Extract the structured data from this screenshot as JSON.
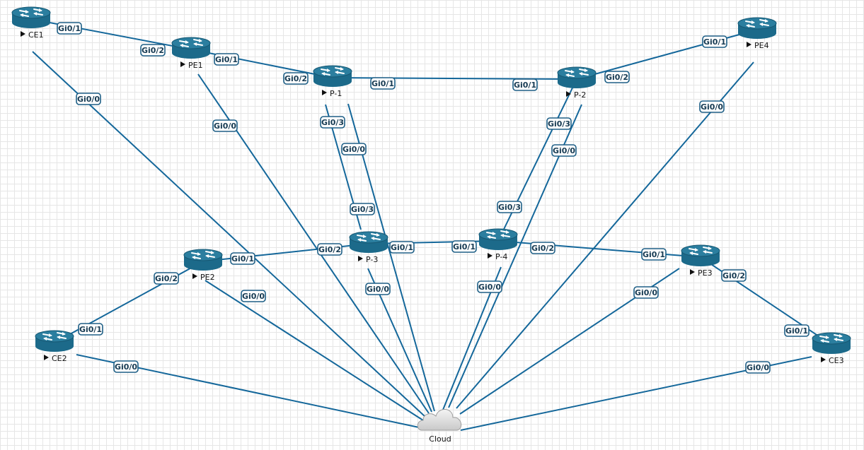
{
  "topology": {
    "accent_color": "#14679a",
    "router_color": "#1c6a8a",
    "nodes": [
      {
        "id": "CE1",
        "label": "CE1",
        "type": "router",
        "icon": "router-icon"
      },
      {
        "id": "PE1",
        "label": "PE1",
        "type": "router",
        "icon": "router-icon"
      },
      {
        "id": "P1",
        "label": "P-1",
        "type": "router",
        "icon": "router-icon"
      },
      {
        "id": "P2",
        "label": "P-2",
        "type": "router",
        "icon": "router-icon"
      },
      {
        "id": "PE4",
        "label": "PE4",
        "type": "router",
        "icon": "router-icon"
      },
      {
        "id": "P3",
        "label": "P-3",
        "type": "router",
        "icon": "router-icon"
      },
      {
        "id": "P4",
        "label": "P-4",
        "type": "router",
        "icon": "router-icon"
      },
      {
        "id": "PE2",
        "label": "PE2",
        "type": "router",
        "icon": "router-icon"
      },
      {
        "id": "PE3",
        "label": "PE3",
        "type": "router",
        "icon": "router-icon"
      },
      {
        "id": "CE2",
        "label": "CE2",
        "type": "router",
        "icon": "router-icon"
      },
      {
        "id": "CE3",
        "label": "CE3",
        "type": "router",
        "icon": "router-icon"
      },
      {
        "id": "Cloud",
        "label": "Cloud",
        "type": "cloud",
        "icon": "cloud-icon"
      }
    ],
    "links": [
      {
        "from": "CE1",
        "to": "PE1",
        "from_if": "Gi0/1",
        "to_if": "Gi0/2"
      },
      {
        "from": "PE1",
        "to": "P1",
        "from_if": "Gi0/1",
        "to_if": "Gi0/2"
      },
      {
        "from": "P1",
        "to": "P2",
        "from_if": "Gi0/1",
        "to_if": "Gi0/1"
      },
      {
        "from": "P2",
        "to": "PE4",
        "from_if": "Gi0/2",
        "to_if": "Gi0/1"
      },
      {
        "from": "P1",
        "to": "P3",
        "from_if": "Gi0/3",
        "to_if": "Gi0/3"
      },
      {
        "from": "P2",
        "to": "P4",
        "from_if": "Gi0/3",
        "to_if": "Gi0/3"
      },
      {
        "from": "P3",
        "to": "P4",
        "from_if": "Gi0/1",
        "to_if": "Gi0/1"
      },
      {
        "from": "PE2",
        "to": "P3",
        "from_if": "Gi0/1",
        "to_if": "Gi0/2"
      },
      {
        "from": "P4",
        "to": "PE3",
        "from_if": "Gi0/2",
        "to_if": "Gi0/1"
      },
      {
        "from": "CE2",
        "to": "PE2",
        "from_if": "Gi0/1",
        "to_if": "Gi0/2"
      },
      {
        "from": "PE3",
        "to": "CE3",
        "from_if": "Gi0/2",
        "to_if": "Gi0/1"
      },
      {
        "from": "CE1",
        "to": "Cloud",
        "from_if": "Gi0/0",
        "to_if": ""
      },
      {
        "from": "PE1",
        "to": "Cloud",
        "from_if": "Gi0/0",
        "to_if": ""
      },
      {
        "from": "P1",
        "to": "Cloud",
        "from_if": "Gi0/0",
        "to_if": ""
      },
      {
        "from": "P2",
        "to": "Cloud",
        "from_if": "Gi0/0",
        "to_if": ""
      },
      {
        "from": "PE4",
        "to": "Cloud",
        "from_if": "Gi0/0",
        "to_if": ""
      },
      {
        "from": "P3",
        "to": "Cloud",
        "from_if": "Gi0/0",
        "to_if": ""
      },
      {
        "from": "P4",
        "to": "Cloud",
        "from_if": "Gi0/0",
        "to_if": ""
      },
      {
        "from": "PE2",
        "to": "Cloud",
        "from_if": "Gi0/0",
        "to_if": ""
      },
      {
        "from": "PE3",
        "to": "Cloud",
        "from_if": "Gi0/0",
        "to_if": ""
      },
      {
        "from": "CE2",
        "to": "Cloud",
        "from_if": "Gi0/0",
        "to_if": ""
      },
      {
        "from": "CE3",
        "to": "Cloud",
        "from_if": "Gi0/0",
        "to_if": ""
      }
    ]
  }
}
